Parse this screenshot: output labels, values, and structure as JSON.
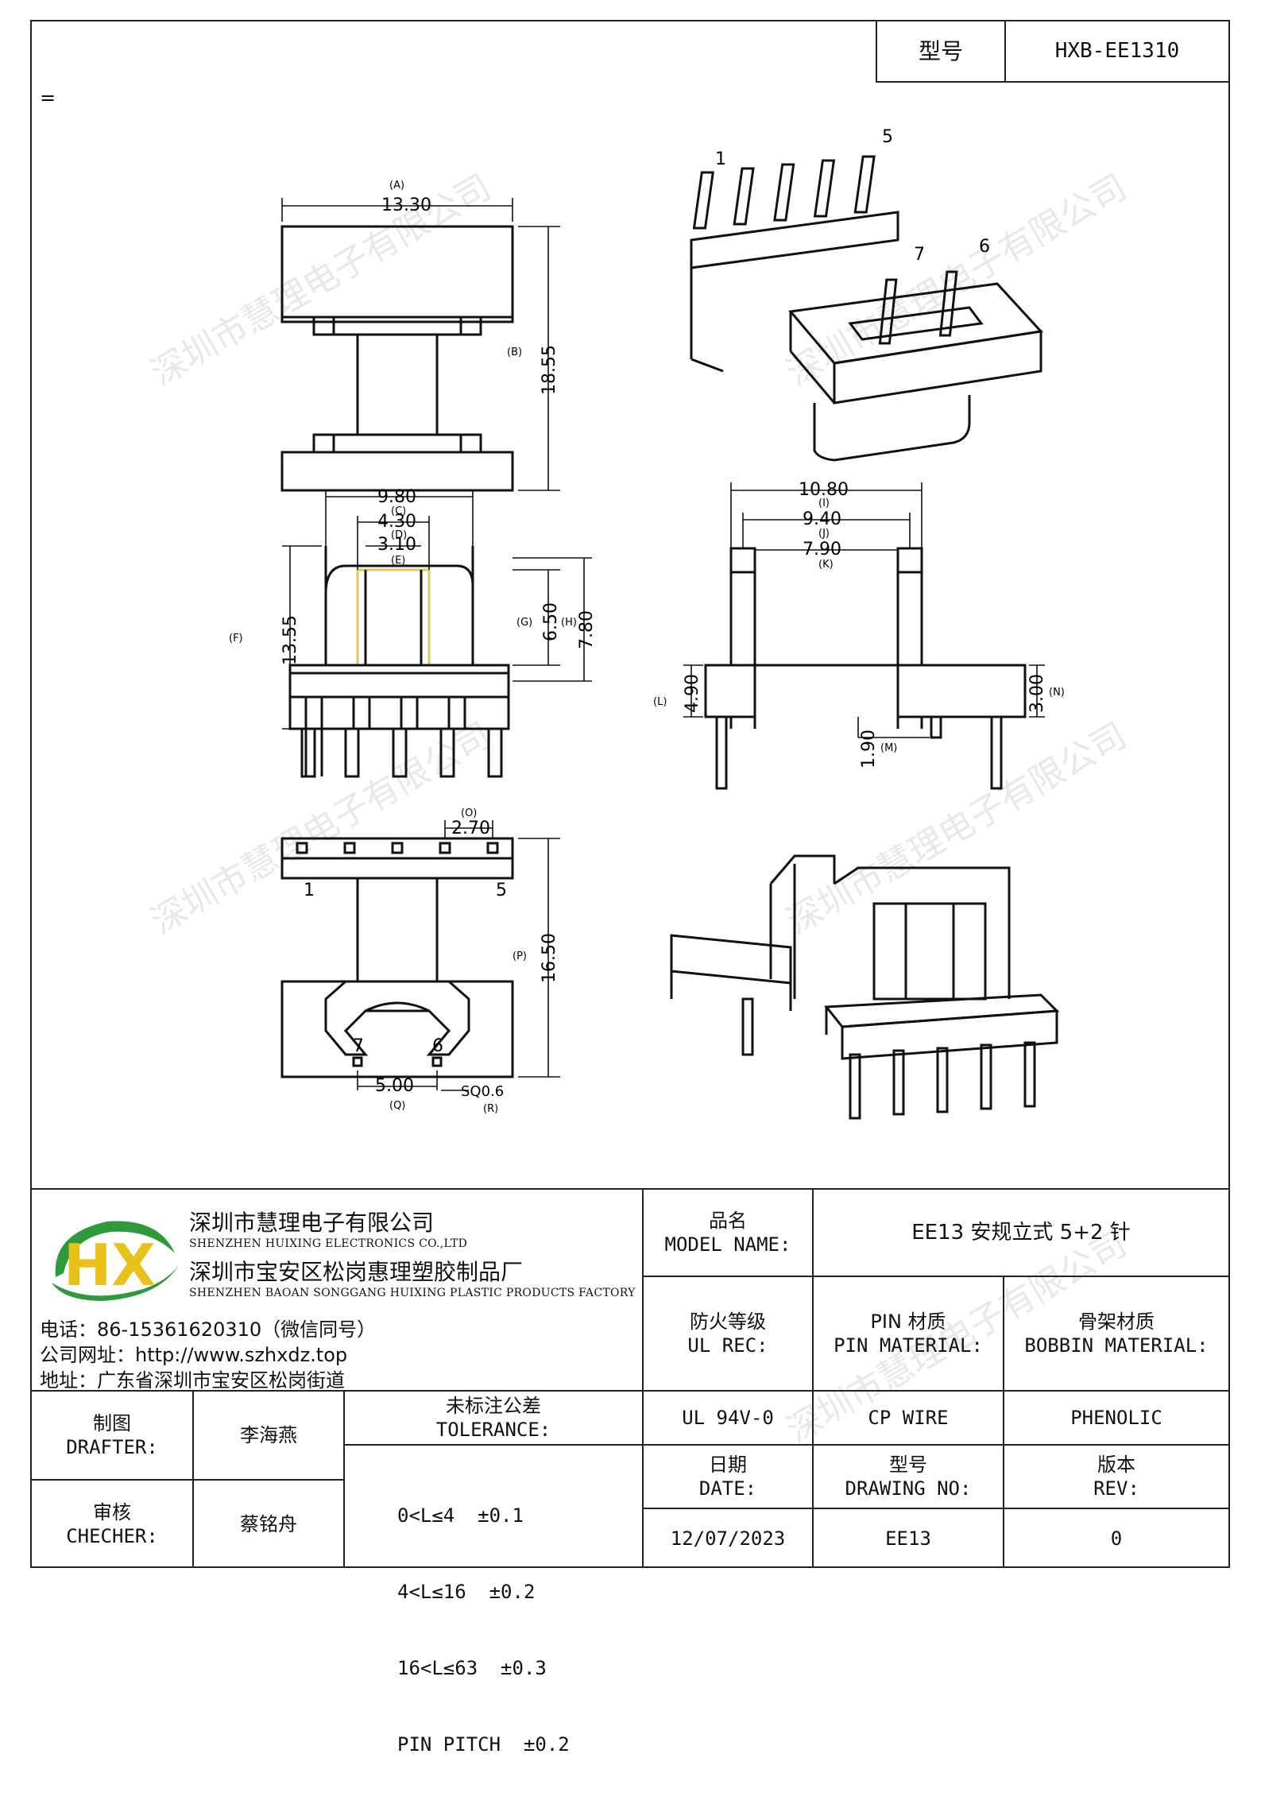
{
  "header": {
    "model_label": "型号",
    "model_value": "HXB-EE1310",
    "mark": "="
  },
  "watermark": "深圳市慧理电子有限公司",
  "drawing": {
    "dims": {
      "a": "13.30",
      "a_lbl": "(A)",
      "b": "18.55",
      "b_lbl": "(B)",
      "c": "9.80",
      "c_lbl": "(C)",
      "d": "4.30",
      "d_lbl": "(D)",
      "e": "3.10",
      "e_lbl": "(E)",
      "f": "13.55",
      "f_lbl": "(F)",
      "g": "6.50",
      "g_lbl": "(G)",
      "h": "7.80",
      "h_lbl": "(H)",
      "i": "10.80",
      "i_lbl": "(I)",
      "j": "9.40",
      "j_lbl": "(J)",
      "k": "7.90",
      "k_lbl": "(K)",
      "l": "4.90",
      "l_lbl": "(L)",
      "m": "1.90",
      "m_lbl": "(M)",
      "n": "3.00",
      "n_lbl": "(N)",
      "o": "2.70",
      "o_lbl": "(O)",
      "p": "16.50",
      "p_lbl": "(P)",
      "q": "5.00",
      "q_lbl": "(Q)",
      "r": "SQ0.6",
      "r_lbl": "(R)"
    },
    "pins": {
      "p1": "1",
      "p5": "5",
      "p6": "6",
      "p7": "7"
    }
  },
  "company": {
    "name_cn": "深圳市慧理电子有限公司",
    "name_en": "SHENZHEN HUIXING ELECTRONICS CO.,LTD",
    "factory_cn": "深圳市宝安区松岗惠理塑胶制品厂",
    "factory_en": "SHENZHEN BAOAN SONGGANG HUIXING PLASTIC PRODUCTS FACTORY",
    "phone": "电话：86-15361620310（微信同号）",
    "website": "公司网址：http://www.szhxdz.top",
    "address": "地址：广东省深圳市宝安区松岗街道",
    "logo_text": "HX",
    "colors": {
      "green": "#2e9a3c",
      "yellow": "#e8c21a"
    }
  },
  "title_block": {
    "model_name_cn": "品名",
    "model_name_en": "MODEL NAME:",
    "model_name_value": "EE13 安规立式 5+2 针",
    "ul_cn": "防火等级",
    "ul_en": "UL REC:",
    "pin_mat_cn": "PIN 材质",
    "pin_mat_en": "PIN MATERIAL:",
    "bobbin_mat_cn": "骨架材质",
    "bobbin_mat_en": "BOBBIN MATERIAL:",
    "ul_value": "UL 94V-0",
    "pin_mat_value": "CP WIRE",
    "bobbin_mat_value": "PHENOLIC",
    "drafter_cn": "制图",
    "drafter_en": "DRAFTER:",
    "drafter_name": "李海燕",
    "checker_cn": "审核",
    "checker_en": "CHECHER:",
    "checker_name": "蔡铭舟",
    "tolerance_cn": "未标注公差",
    "tolerance_en": "TOLERANCE:",
    "tolerance_lines": [
      "0<L≤4  ±0.1",
      "4<L≤16  ±0.2",
      "16<L≤63  ±0.3",
      "PIN PITCH  ±0.2"
    ],
    "date_cn": "日期",
    "date_en": "DATE:",
    "date_value": "12/07/2023",
    "dwg_cn": "型号",
    "dwg_en": "DRAWING NO:",
    "dwg_value": "EE13",
    "rev_cn": "版本",
    "rev_en": "REV:",
    "rev_value": "0"
  }
}
